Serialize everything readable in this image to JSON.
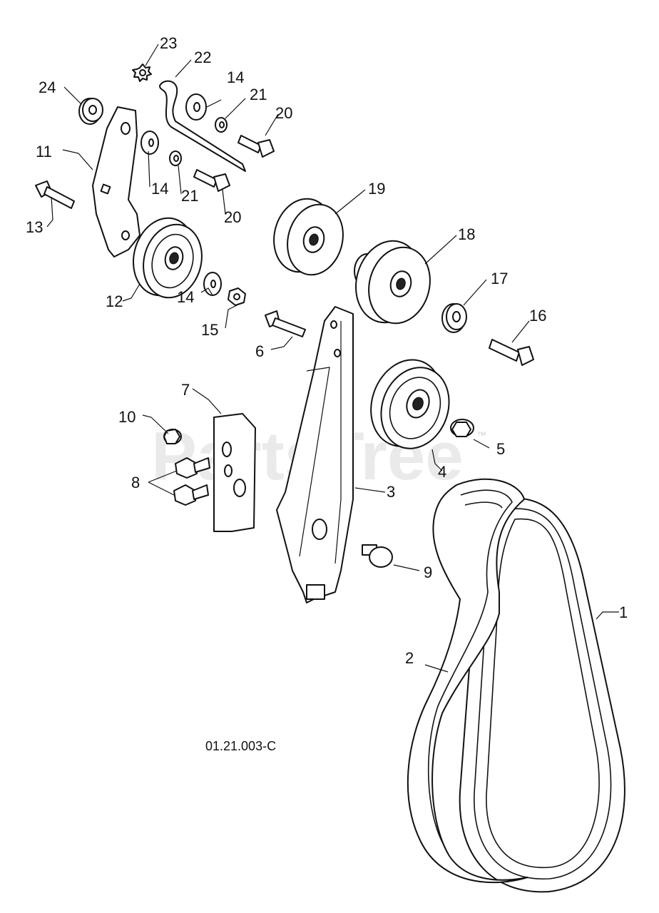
{
  "diagram": {
    "figure_id": "01.21.003-C",
    "watermark": "PartsTree",
    "watermark_tm": "™",
    "callouts": [
      "1",
      "2",
      "3",
      "4",
      "5",
      "6",
      "7",
      "8",
      "9",
      "10",
      "11",
      "12",
      "13",
      "14",
      "14",
      "14",
      "15",
      "16",
      "17",
      "18",
      "19",
      "20",
      "20",
      "21",
      "21",
      "22",
      "23",
      "24"
    ]
  }
}
